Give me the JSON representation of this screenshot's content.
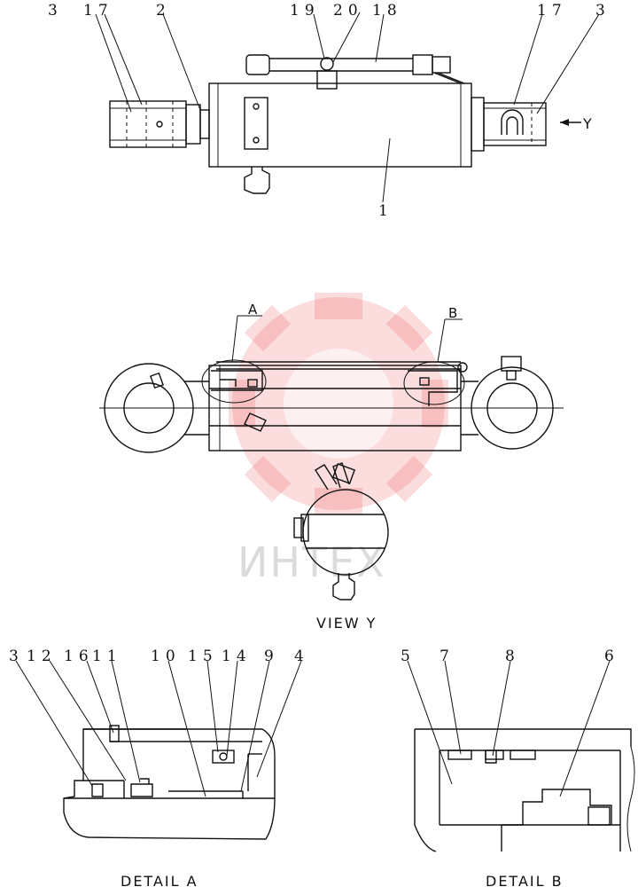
{
  "top_view": {
    "callouts": [
      {
        "id": "t3l",
        "text": "3"
      },
      {
        "id": "t17l",
        "text": "17"
      },
      {
        "id": "t2",
        "text": "2"
      },
      {
        "id": "t19",
        "text": "19"
      },
      {
        "id": "t20",
        "text": "20"
      },
      {
        "id": "t18",
        "text": "18"
      },
      {
        "id": "t17r",
        "text": "17"
      },
      {
        "id": "t3r",
        "text": "3"
      },
      {
        "id": "t1",
        "text": "1"
      }
    ],
    "arrow_label": "Y"
  },
  "side_view": {
    "detail_a_label": "A",
    "detail_b_label": "B"
  },
  "view_y": {
    "caption": "VIEW  Y"
  },
  "detail_a": {
    "caption": "DETAIL  A",
    "callouts": [
      {
        "id": "a3",
        "text": "3"
      },
      {
        "id": "a12",
        "text": "12"
      },
      {
        "id": "a16",
        "text": "16"
      },
      {
        "id": "a11",
        "text": "11"
      },
      {
        "id": "a10",
        "text": "10"
      },
      {
        "id": "a15",
        "text": "15"
      },
      {
        "id": "a14",
        "text": "14"
      },
      {
        "id": "a9",
        "text": "9"
      },
      {
        "id": "a4",
        "text": "4"
      }
    ]
  },
  "detail_b": {
    "caption": "DETAIL  B",
    "callouts": [
      {
        "id": "b5",
        "text": "5"
      },
      {
        "id": "b7",
        "text": "7"
      },
      {
        "id": "b8",
        "text": "8"
      },
      {
        "id": "b6",
        "text": "6"
      }
    ]
  },
  "watermark": {
    "text": "ИНТЕХ",
    "color": "#e52a2a"
  }
}
